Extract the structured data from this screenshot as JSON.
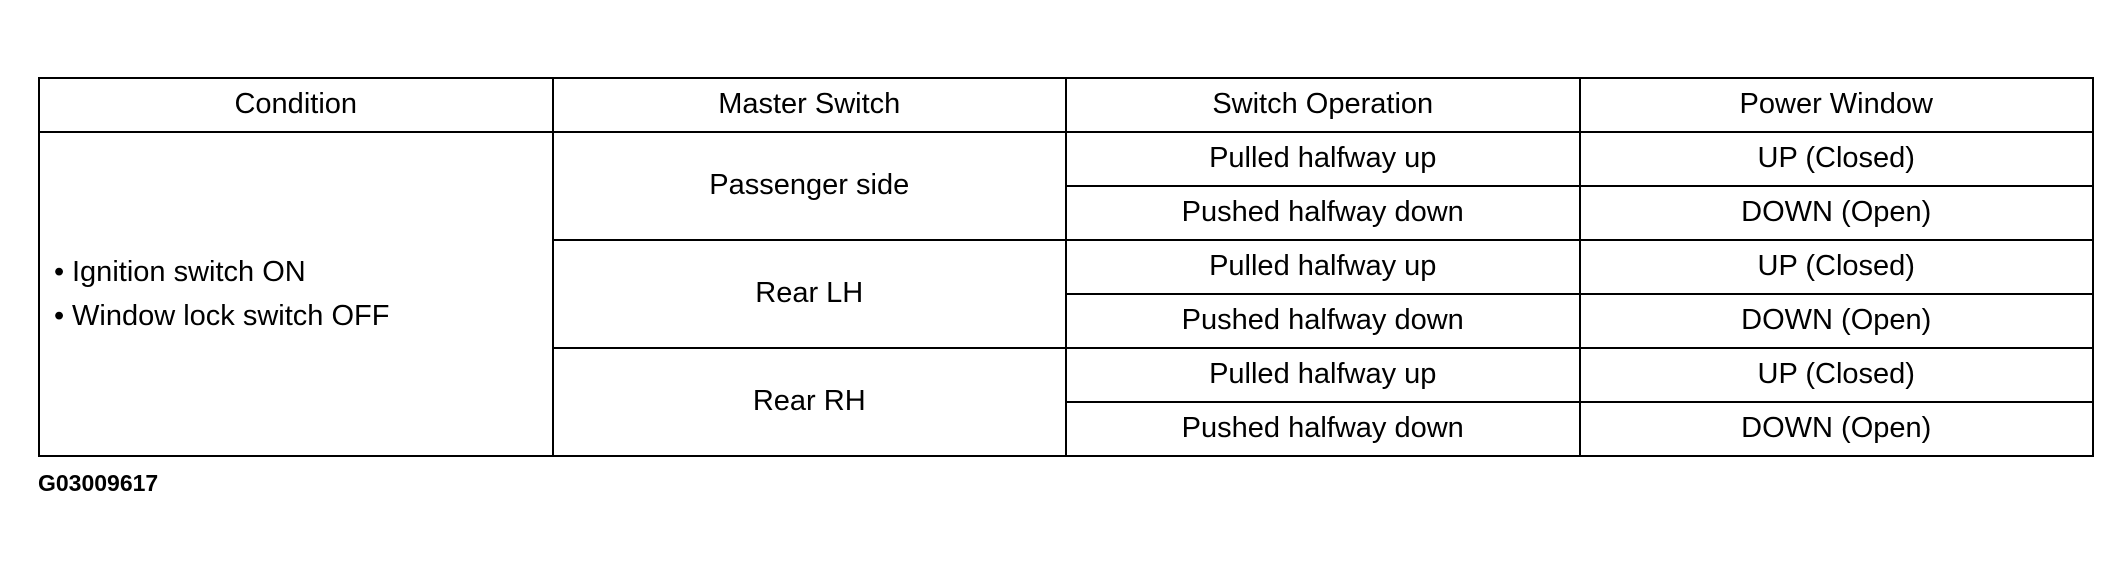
{
  "table": {
    "headers": [
      "Condition",
      "Master Switch",
      "Switch Operation",
      "Power Window"
    ],
    "condition": {
      "bullet": "•",
      "lines": [
        "Ignition switch ON",
        "Window lock switch OFF"
      ]
    },
    "groups": [
      {
        "master_switch": "Passenger side",
        "rows": [
          {
            "operation": "Pulled halfway up",
            "window": "UP (Closed)"
          },
          {
            "operation": "Pushed halfway down",
            "window": "DOWN (Open)"
          }
        ]
      },
      {
        "master_switch": "Rear LH",
        "rows": [
          {
            "operation": "Pulled halfway up",
            "window": "UP (Closed)"
          },
          {
            "operation": "Pushed halfway down",
            "window": "DOWN (Open)"
          }
        ]
      },
      {
        "master_switch": "Rear RH",
        "rows": [
          {
            "operation": "Pulled halfway up",
            "window": "UP (Closed)"
          },
          {
            "operation": "Pushed halfway down",
            "window": "DOWN (Open)"
          }
        ]
      }
    ]
  },
  "figure_id": "G03009617"
}
